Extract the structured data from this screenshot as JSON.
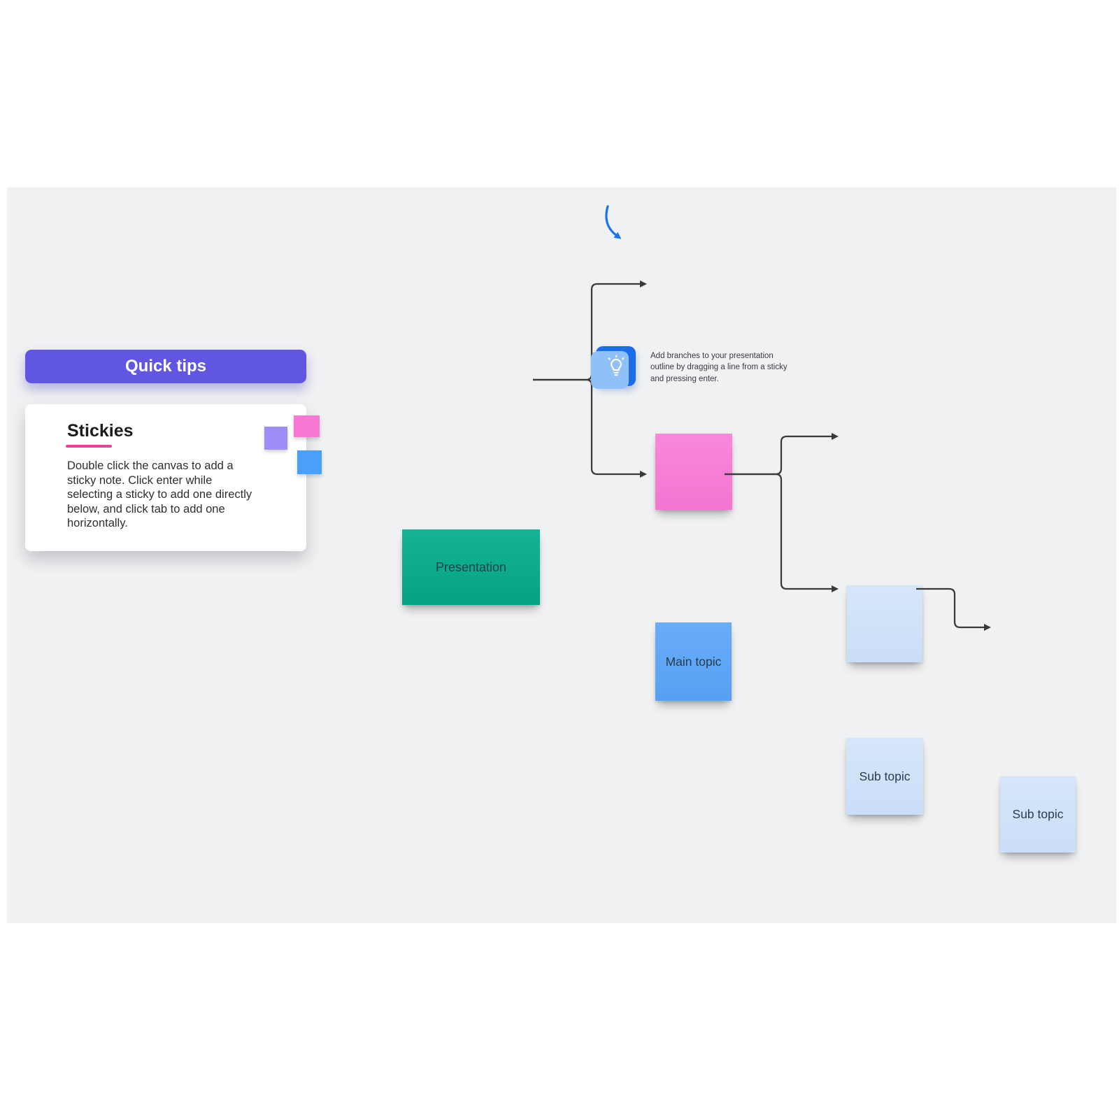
{
  "quick_tips": {
    "label": "Quick tips"
  },
  "stickies_card": {
    "title": "Stickies",
    "body": "Double click the canvas to add a sticky note. Click enter while selecting a sticky to add one directly below, and click tab to add one horizontally."
  },
  "hint": {
    "text": "Add branches to your presentation outline by dragging a line from a sticky and pressing enter."
  },
  "nodes": {
    "presentation": {
      "label": "Presentation",
      "color": "#0ead90"
    },
    "pink_sticky": {
      "label": "",
      "color": "#f67fd5"
    },
    "main_topic": {
      "label": "Main topic",
      "color": "#5fa7f6"
    },
    "blue_sticky_empty": {
      "label": "",
      "color": "#cfe2f8"
    },
    "sub_topic_1": {
      "label": "Sub topic",
      "color": "#cfe2f8"
    },
    "sub_topic_2": {
      "label": "Sub topic",
      "color": "#cfe2f8"
    }
  },
  "colors": {
    "canvas_background": "#f0f1f2",
    "accent_purple": "#6156e2",
    "underline_pink": "#e8429c",
    "connector": "#3a3a3c",
    "hint_arrow_blue": "#1a73e8",
    "bulb_icon_blue": "#1a6fe8",
    "mini_sticky_purple": "#9f8df6",
    "mini_sticky_pink": "#f879d3",
    "mini_sticky_blue": "#4aa0f8"
  }
}
